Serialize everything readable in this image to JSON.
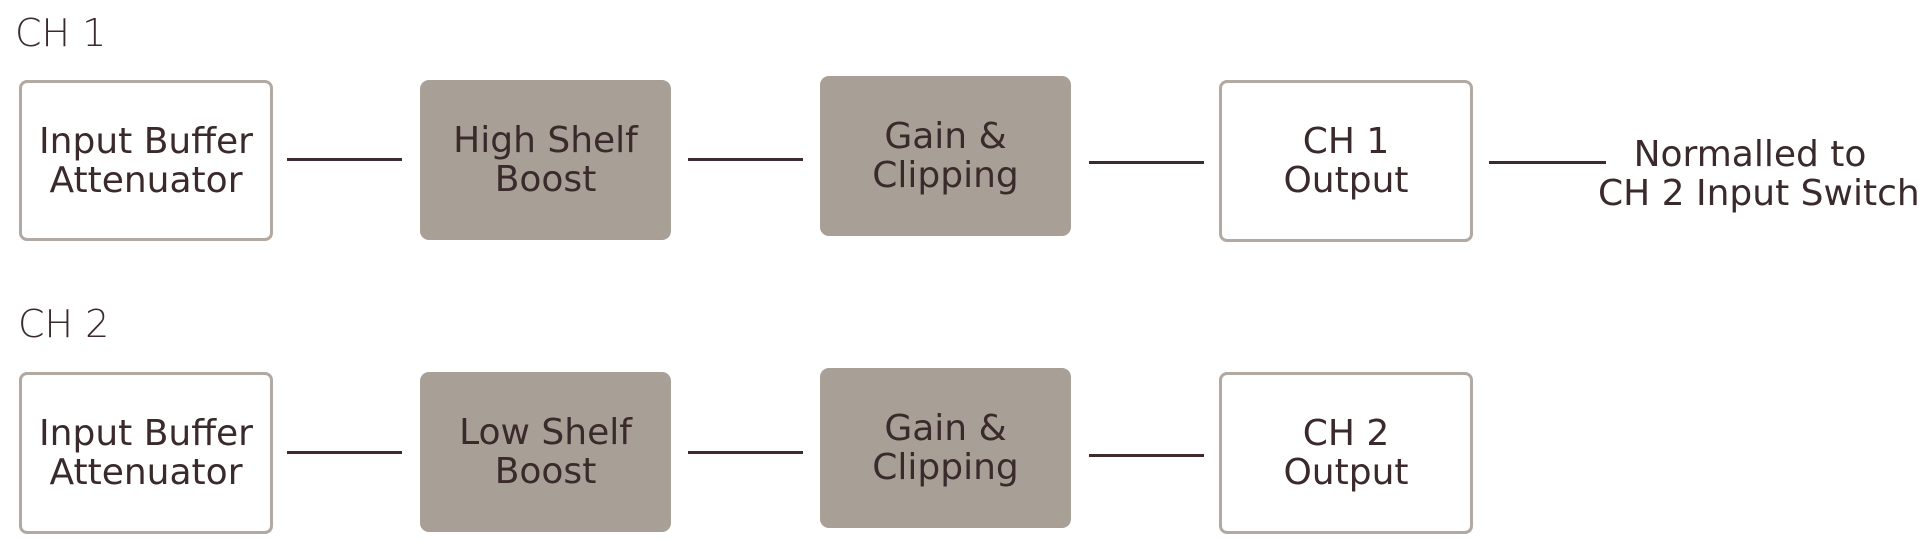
{
  "channels": {
    "ch1": {
      "label": "CH 1",
      "blocks": [
        {
          "line1": "Input Buffer",
          "line2": "Attenuator",
          "style": "outline"
        },
        {
          "line1": "High Shelf",
          "line2": "Boost",
          "style": "filled"
        },
        {
          "line1": "Gain &",
          "line2": "Clipping",
          "style": "filled"
        },
        {
          "line1": "CH 1",
          "line2": "Output",
          "style": "outline"
        }
      ],
      "note": {
        "line1": "Normalled to",
        "line2": "CH 2 Input Switch"
      }
    },
    "ch2": {
      "label": "CH 2",
      "blocks": [
        {
          "line1": "Input Buffer",
          "line2": "Attenuator",
          "style": "outline"
        },
        {
          "line1": "Low Shelf",
          "line2": "Boost",
          "style": "filled"
        },
        {
          "line1": "Gain &",
          "line2": "Clipping",
          "style": "filled"
        },
        {
          "line1": "CH 2",
          "line2": "Output",
          "style": "outline"
        }
      ]
    }
  },
  "colors": {
    "filled_block": "#a8a096",
    "outline_border": "#b3a9a3",
    "wire": "#3f2a2d",
    "text": "#3a2a2c"
  }
}
